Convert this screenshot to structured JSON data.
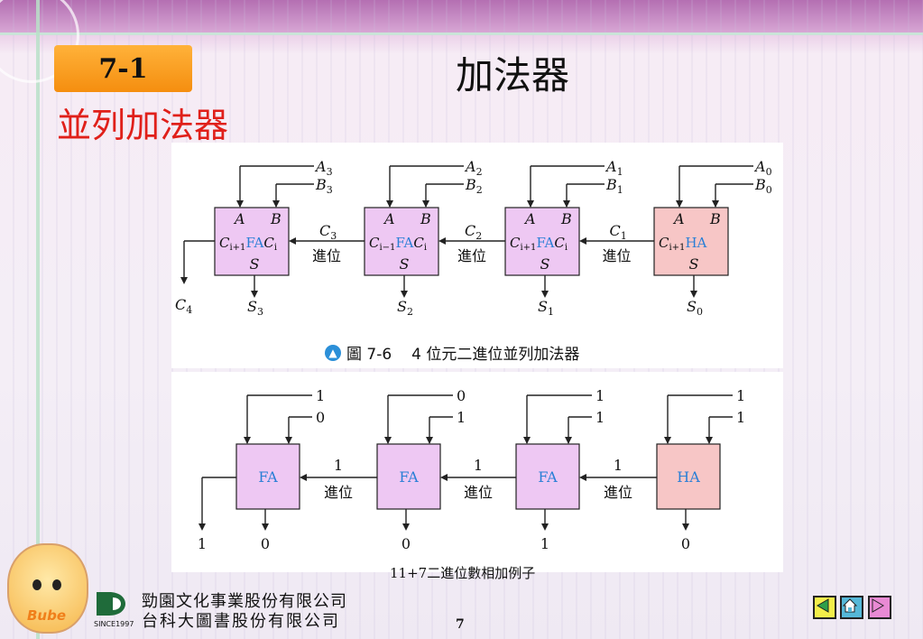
{
  "header": {
    "section_badge": "7-1",
    "title": "加法器",
    "subtitle": "並列加法器"
  },
  "figure1": {
    "caption_num": "圖 7-6",
    "caption_text": "4 位元二進位並列加法器",
    "blocks": [
      {
        "left_label": "C",
        "left_sub": "i+1",
        "type": "FA",
        "right_label": "C",
        "right_sub": "i",
        "A": "A",
        "B": "B",
        "S": "S",
        "fill": "#eec8f3"
      },
      {
        "left_label": "C",
        "left_sub": "i−1",
        "type": "FA",
        "right_label": "C",
        "right_sub": "i",
        "A": "A",
        "B": "B",
        "S": "S",
        "fill": "#eec8f3"
      },
      {
        "left_label": "C",
        "left_sub": "i+1",
        "type": "FA",
        "right_label": "C",
        "right_sub": "i",
        "A": "A",
        "B": "B",
        "S": "S",
        "fill": "#eec8f3"
      },
      {
        "left_label": "C",
        "left_sub": "i+1",
        "type": "HA",
        "right_label": "",
        "right_sub": "",
        "A": "A",
        "B": "B",
        "S": "S",
        "fill": "#f7c6c6"
      }
    ],
    "inputs": [
      {
        "a": "A",
        "a_sub": "3",
        "b": "B",
        "b_sub": "3"
      },
      {
        "a": "A",
        "a_sub": "2",
        "b": "B",
        "b_sub": "2"
      },
      {
        "a": "A",
        "a_sub": "1",
        "b": "B",
        "b_sub": "1"
      },
      {
        "a": "A",
        "a_sub": "0",
        "b": "B",
        "b_sub": "0"
      }
    ],
    "carries": [
      {
        "c": "C",
        "c_sub": "3",
        "word": "進位"
      },
      {
        "c": "C",
        "c_sub": "2",
        "word": "進位"
      },
      {
        "c": "C",
        "c_sub": "1",
        "word": "進位"
      }
    ],
    "outputs": [
      {
        "s": "S",
        "s_sub": "3"
      },
      {
        "s": "S",
        "s_sub": "2"
      },
      {
        "s": "S",
        "s_sub": "1"
      },
      {
        "s": "S",
        "s_sub": "0"
      }
    ],
    "carry_out": {
      "c": "C",
      "c_sub": "4"
    }
  },
  "figure2": {
    "caption": "11+7二進位數相加例子",
    "blocks": [
      {
        "type": "FA",
        "fill": "#eec8f3"
      },
      {
        "type": "FA",
        "fill": "#eec8f3"
      },
      {
        "type": "FA",
        "fill": "#eec8f3"
      },
      {
        "type": "HA",
        "fill": "#f7c6c6"
      }
    ],
    "inputs": [
      {
        "a": "1",
        "b": "0"
      },
      {
        "a": "0",
        "b": "1"
      },
      {
        "a": "1",
        "b": "1"
      },
      {
        "a": "1",
        "b": "1"
      }
    ],
    "carries": [
      {
        "value": "1",
        "word": "進位"
      },
      {
        "value": "1",
        "word": "進位"
      },
      {
        "value": "1",
        "word": "進位"
      }
    ],
    "outputs": [
      "0",
      "0",
      "1",
      "0"
    ],
    "carry_out": "1"
  },
  "footer": {
    "mascot_text": "Bube",
    "since": "SINCE1997",
    "company_line1": "勁園文化事業股份有限公司",
    "company_line2": "台科大圖書股份有限公司",
    "page_number": "7"
  },
  "nav": {
    "prev_icon": "triangle-left-icon",
    "home_icon": "home-icon",
    "next_icon": "triangle-right-icon"
  },
  "colors": {
    "accent_orange": "#f58e0f",
    "subtitle_red": "#e0201a",
    "fa_fill": "#eec8f3",
    "ha_fill": "#f7c6c6",
    "block_text_blue": "#2a7fd6"
  }
}
